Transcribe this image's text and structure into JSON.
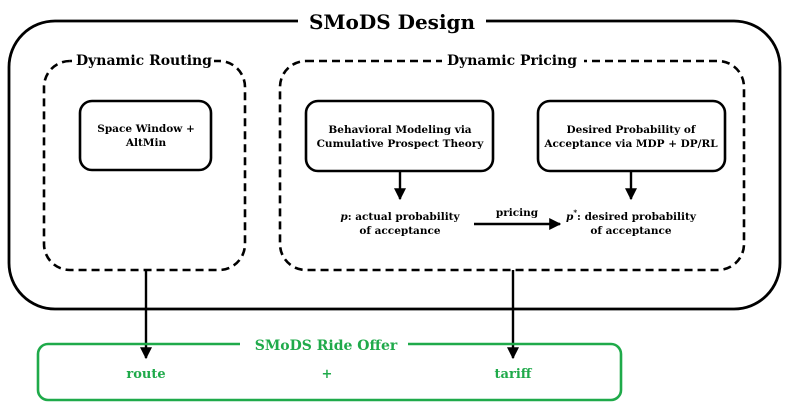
{
  "title": "SMoDS Design",
  "routing": {
    "heading": "Dynamic Routing",
    "box_line1": "Space Window +",
    "box_line2": "AltMin"
  },
  "pricing": {
    "heading": "Dynamic Pricing",
    "behavioral_line1": "Behavioral Modeling via",
    "behavioral_line2": "Cumulative Prospect Theory",
    "desired_line1": "Desired  Probability of",
    "desired_line2": "Acceptance via MDP + DP/RL",
    "actual_sym": "p",
    "actual_line1": ": actual probability",
    "actual_line2": "of acceptance",
    "arrow_label": "pricing",
    "desired_sym": "p",
    "desired_sup": "*",
    "desired_text_line1": ": desired probability",
    "desired_text_line2": "of acceptance"
  },
  "offer": {
    "heading": "SMoDS Ride Offer",
    "route": "route",
    "plus": "+",
    "tariff": "tariff"
  },
  "colors": {
    "accent_green": "#1faa4a",
    "ink": "#000000"
  }
}
